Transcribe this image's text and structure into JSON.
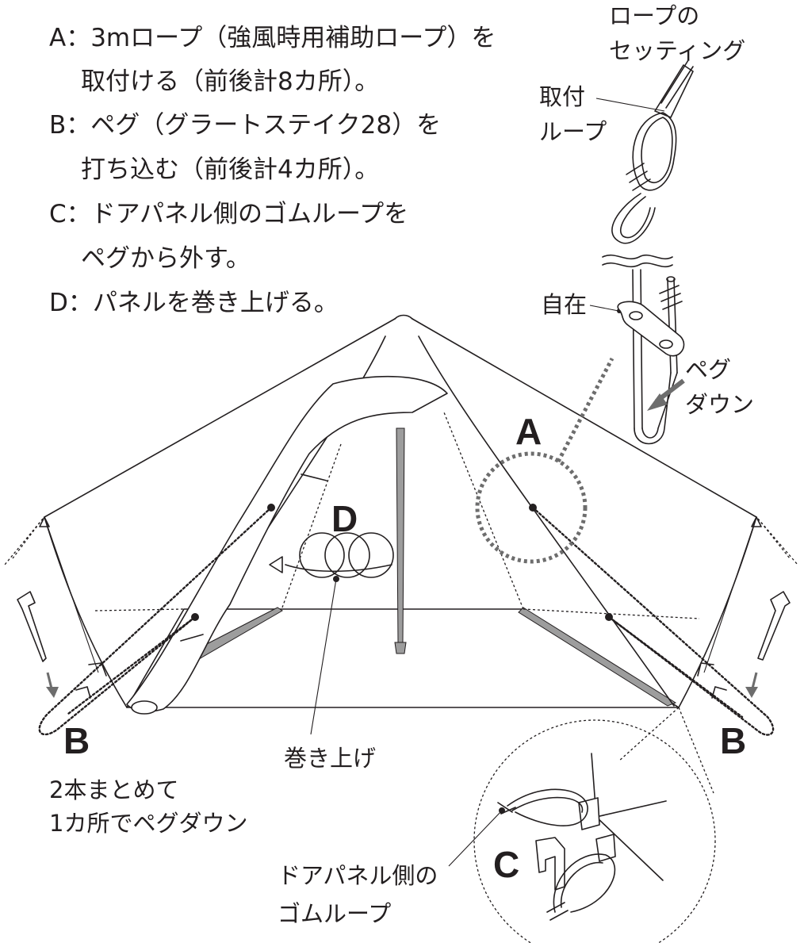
{
  "steps": [
    {
      "line1": "A：3mロープ（強風時用補助ロープ）を",
      "line2": "取付ける（前後計8カ所）。"
    },
    {
      "line1": "B：ペグ（グラートステイク28）を",
      "line2": "打ち込む（前後計4カ所）。"
    },
    {
      "line1": "C：ドアパネル側のゴムループを",
      "line2": "ペグから外す。"
    },
    {
      "line1": "D：パネルを巻き上げる。",
      "line2": ""
    }
  ],
  "rope_setting": {
    "title_line1": "ロープの",
    "title_line2": "セッティング",
    "loop_label_line1": "取付",
    "loop_label_line2": "ループ",
    "jizai_label": "自在",
    "peg_down_line1": "ペグ",
    "peg_down_line2": "ダウン"
  },
  "markers": {
    "a": "A",
    "b_left": "B",
    "b_right": "B",
    "c": "C",
    "d": "D"
  },
  "labels": {
    "rollup": "巻き上げ",
    "bundle_line1": "2本まとめて",
    "bundle_line2": "1カ所でペグダウン",
    "door_loop_line1": "ドアパネル側の",
    "door_loop_line2": "ゴムループ"
  },
  "colors": {
    "ink": "#231f20",
    "pole_grey": "#9d9d9d",
    "arrow_grey": "#6d6d6d",
    "background": "#ffffff"
  }
}
